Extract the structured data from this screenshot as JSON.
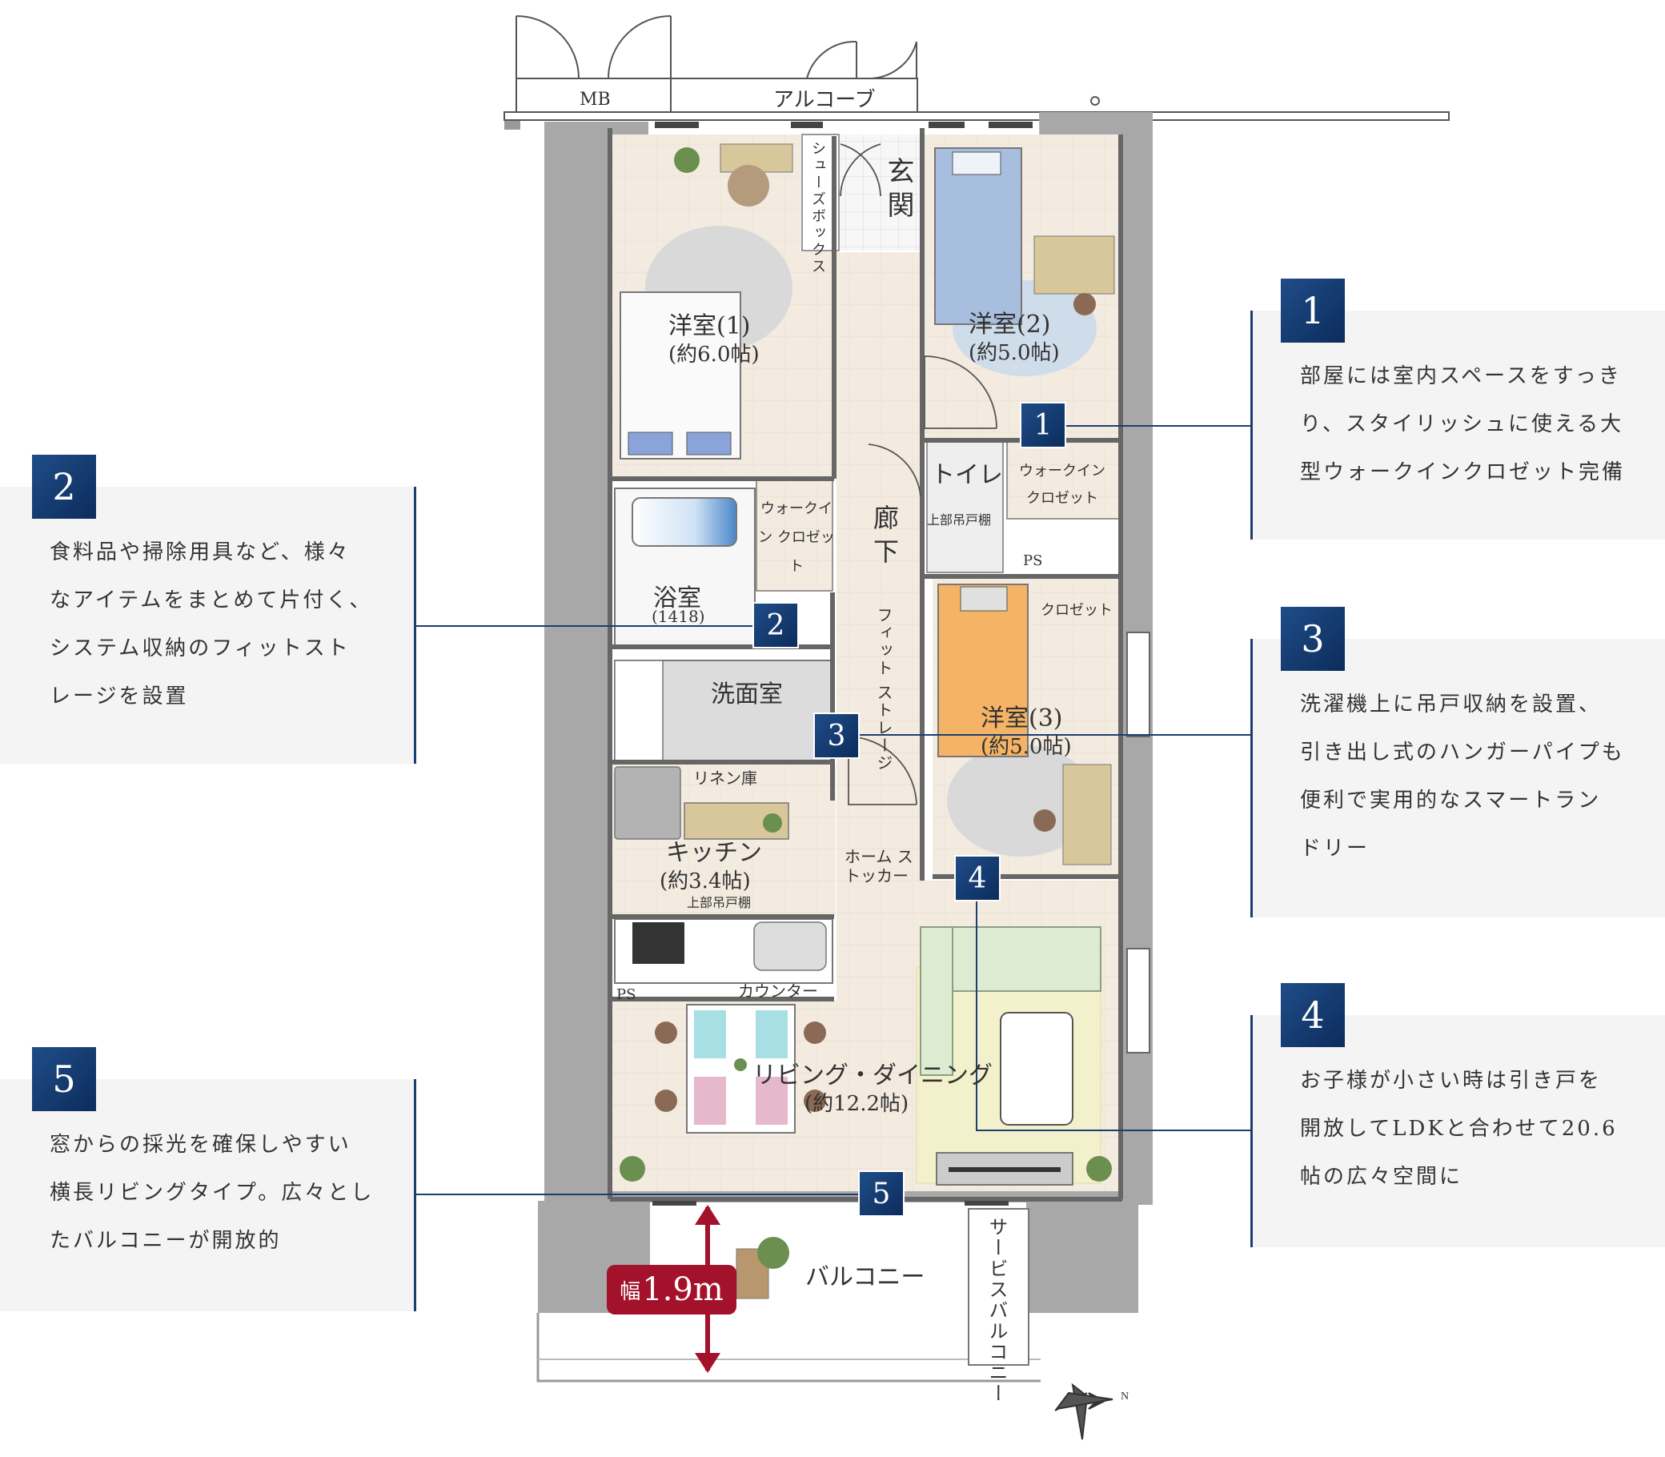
{
  "rooms": {
    "mb": "MB",
    "alcove": "アルコーブ",
    "genkan": "玄関",
    "shoebox": "シューズボックス",
    "room1_name": "洋室(1)",
    "room1_size": "(約6.0帖)",
    "room2_name": "洋室(2)",
    "room2_size": "(約5.0帖)",
    "room3_name": "洋室(3)",
    "room3_size": "(約5.0帖)",
    "wic1": "ウォークイン クロゼット",
    "wic2": "ウォークイン クロゼット",
    "closet": "クロゼット",
    "toilet": "トイレ",
    "upper_cabinet_toilet": "上部吊戸棚",
    "ps1": "PS",
    "ps2": "PS",
    "bath_name": "浴室",
    "bath_size": "(1418)",
    "corridor": "廊下",
    "fit_storage": "フィット ストレージ",
    "washroom": "洗面室",
    "linen": "リネン庫",
    "kitchen_name": "キッチン",
    "kitchen_size": "(約3.4帖)",
    "upper_cabinet_kitchen": "上部吊戸棚",
    "home_stocker": "ホーム ストッカー",
    "counter": "カウンター",
    "living_name": "リビング・ダイニング",
    "living_size": "(約12.2帖)",
    "balcony": "バルコニー",
    "service_balcony": "サービスバルコニー",
    "width_prefix": "幅",
    "width_value": "1.9m"
  },
  "markers": [
    "1",
    "2",
    "3",
    "4",
    "5"
  ],
  "notes": [
    {
      "num": "1",
      "lines": [
        "部屋には室内スペースをすっき",
        "り、スタイリッシュに使える大",
        "型ウォークインクロゼット完備"
      ]
    },
    {
      "num": "2",
      "lines": [
        "食料品や掃除用具など、様々",
        "なアイテムをまとめて片付く、",
        "システム収納のフィットスト",
        "レージを設置"
      ]
    },
    {
      "num": "3",
      "lines": [
        "洗濯機上に吊戸収納を設置、",
        "引き出し式のハンガーパイプも",
        "便利で実用的なスマートラン",
        "ドリー"
      ]
    },
    {
      "num": "4",
      "lines": [
        "お子様が小さい時は引き戸を",
        "開放してLDKと合わせて20.6",
        "帖の広々空間に"
      ]
    },
    {
      "num": "5",
      "lines": [
        "窓からの採光を確保しやすい",
        "横長リビングタイプ。広々とし",
        "たバルコニーが開放的"
      ]
    }
  ],
  "colors": {
    "navy": "#0c2c5c",
    "accent_red": "#a3122a",
    "floor": "#f2e9dd",
    "wall": "#a8a8a8"
  }
}
